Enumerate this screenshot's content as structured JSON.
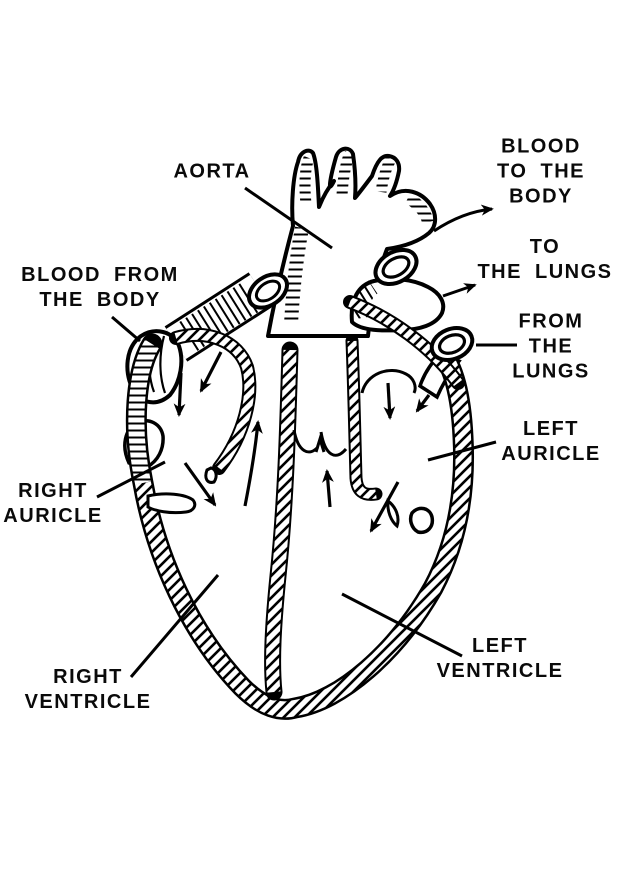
{
  "diagram": {
    "colors": {
      "ink": "#000000",
      "paper": "#ffffff"
    },
    "labels": {
      "aorta": {
        "lines": [
          "AORTA"
        ]
      },
      "blood_to_body": {
        "lines": [
          "BLOOD",
          "TO THE",
          "BODY"
        ]
      },
      "to_lungs": {
        "lines": [
          "TO",
          "THE LUNGS"
        ]
      },
      "from_lungs": {
        "lines": [
          "FROM",
          "THE",
          "LUNGS"
        ]
      },
      "left_auricle": {
        "lines": [
          "LEFT",
          "AURICLE"
        ]
      },
      "left_ventricle": {
        "lines": [
          "LEFT",
          "VENTRICLE"
        ]
      },
      "right_auricle": {
        "lines": [
          "RIGHT",
          "AURICLE"
        ]
      },
      "right_ventricle": {
        "lines": [
          "RIGHT",
          "VENTRICLE"
        ]
      },
      "blood_from_body": {
        "lines": [
          "BLOOD FROM",
          "THE BODY"
        ]
      }
    }
  }
}
